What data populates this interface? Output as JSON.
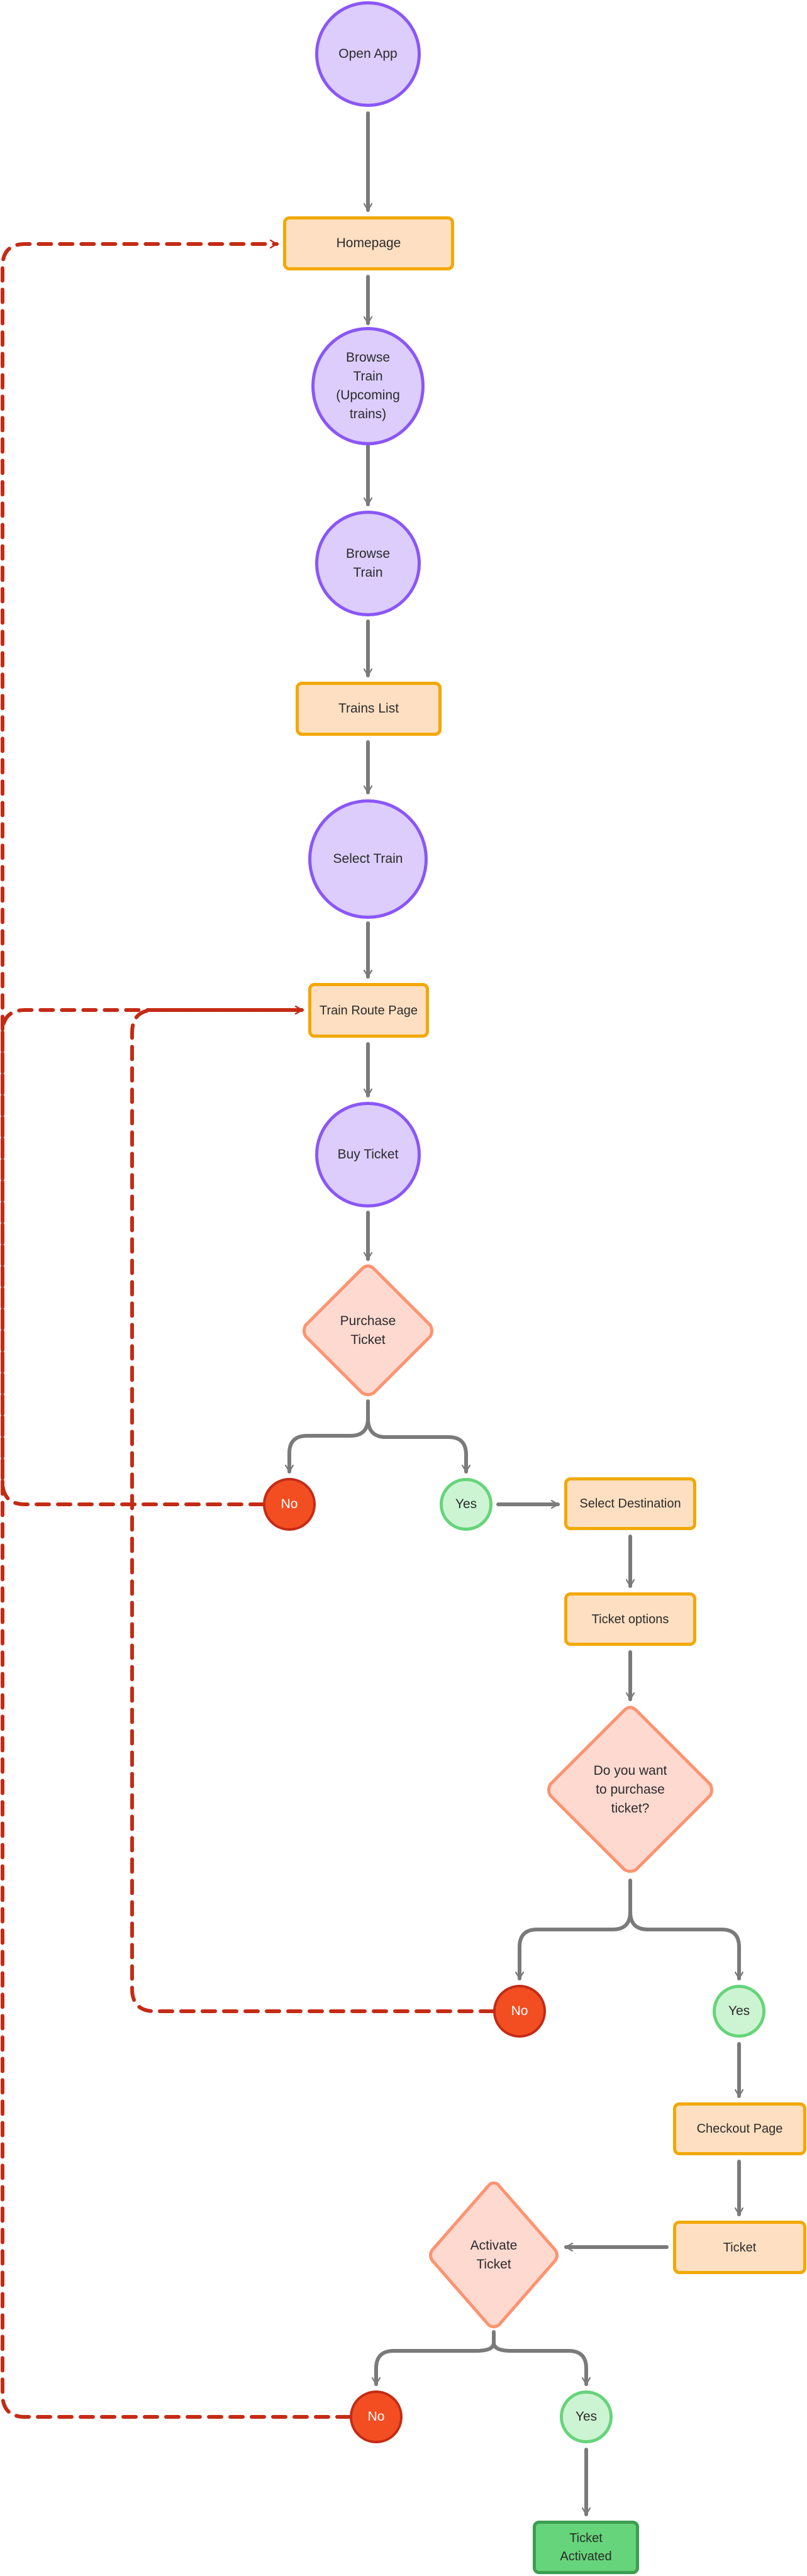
{
  "diagram": {
    "type": "user-flow",
    "colors": {
      "process_fill": "#dccdfc",
      "process_stroke": "#8a56f8",
      "page_fill": "#fedfc1",
      "page_stroke": "#f2a804",
      "decision_fill": "#fed9d0",
      "decision_stroke": "#fd9370",
      "no_fill": "#f24e22",
      "no_stroke": "#c42b16",
      "yes_fill": "#cdf4d2",
      "yes_stroke": "#66d47a",
      "final_fill": "#66d47a",
      "final_stroke": "#3c9d4f",
      "connector": "#7a7a7a",
      "loopback": "#c42b16"
    },
    "nodes": {
      "open_app": "Open App",
      "homepage": "Homepage",
      "browse_train_upcoming": "Browse\nTrain\n(Upcoming\ntrains)",
      "browse_train": "Browse\nTrain",
      "trains_list": "Trains List",
      "select_train": "Select Train",
      "train_route_page": "Train Route Page",
      "buy_ticket": "Buy Ticket",
      "purchase_ticket": "Purchase\nTicket",
      "no_1": "No",
      "yes_1": "Yes",
      "select_destination": "Select Destination",
      "ticket_options": "Ticket options",
      "want_purchase": "Do you want\nto purchase\nticket?",
      "no_2": "No",
      "yes_2": "Yes",
      "checkout_page": "Checkout Page",
      "ticket": "Ticket",
      "activate_ticket": "Activate\nTicket",
      "no_3": "No",
      "yes_3": "Yes",
      "ticket_activated": "Ticket\nActivated"
    },
    "edges": [
      {
        "from": "Open App",
        "to": "Homepage",
        "style": "solid"
      },
      {
        "from": "Homepage",
        "to": "Browse Train (Upcoming trains)",
        "style": "solid"
      },
      {
        "from": "Browse Train (Upcoming trains)",
        "to": "Browse Train",
        "style": "solid"
      },
      {
        "from": "Browse Train",
        "to": "Trains List",
        "style": "solid"
      },
      {
        "from": "Trains List",
        "to": "Select Train",
        "style": "solid"
      },
      {
        "from": "Select Train",
        "to": "Train Route Page",
        "style": "solid"
      },
      {
        "from": "Train Route Page",
        "to": "Buy Ticket",
        "style": "solid"
      },
      {
        "from": "Buy Ticket",
        "to": "Purchase Ticket",
        "style": "solid"
      },
      {
        "from": "Purchase Ticket",
        "to": "No",
        "style": "solid"
      },
      {
        "from": "Purchase Ticket",
        "to": "Yes",
        "style": "solid"
      },
      {
        "from": "Yes",
        "to": "Select Destination",
        "style": "solid"
      },
      {
        "from": "Select Destination",
        "to": "Ticket options",
        "style": "solid"
      },
      {
        "from": "Ticket options",
        "to": "Do you want to purchase ticket?",
        "style": "solid"
      },
      {
        "from": "Do you want to purchase ticket?",
        "to": "No",
        "style": "solid"
      },
      {
        "from": "Do you want to purchase ticket?",
        "to": "Yes",
        "style": "solid"
      },
      {
        "from": "Yes",
        "to": "Checkout Page",
        "style": "solid"
      },
      {
        "from": "Checkout Page",
        "to": "Ticket",
        "style": "solid"
      },
      {
        "from": "Ticket",
        "to": "Activate Ticket",
        "style": "solid"
      },
      {
        "from": "Activate Ticket",
        "to": "No",
        "style": "solid"
      },
      {
        "from": "Activate Ticket",
        "to": "Yes",
        "style": "solid"
      },
      {
        "from": "Yes",
        "to": "Ticket Activated",
        "style": "solid"
      },
      {
        "from": "No (Purchase Ticket)",
        "to": "Homepage",
        "style": "dashed"
      },
      {
        "from": "No (Do you want to purchase ticket?)",
        "to": "Train Route Page",
        "style": "dashed"
      },
      {
        "from": "No (Activate Ticket)",
        "to": "Train Route Page",
        "style": "dashed"
      }
    ]
  }
}
